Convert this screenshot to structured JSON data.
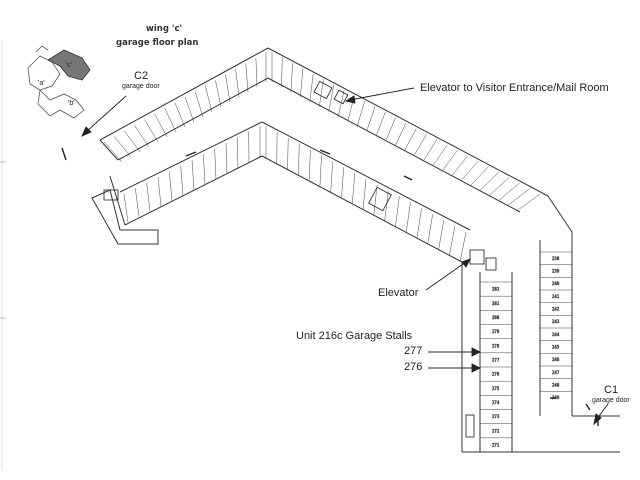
{
  "title": {
    "line1": "wing 'c'",
    "line2": "garage floor plan"
  },
  "key_map": {
    "wings": [
      "'a'",
      "'b'",
      "'c'"
    ]
  },
  "doors": [
    {
      "id": "C2",
      "label": "C2",
      "sub": "garage door"
    },
    {
      "id": "C1",
      "label": "C1",
      "sub": "garage door"
    }
  ],
  "callouts": {
    "elevator_visitor": "Elevator to Visitor Entrance/Mail Room",
    "elevator": "Elevator",
    "unit_stalls": "Unit 216c Garage Stalls",
    "stall_a": "277",
    "stall_b": "276"
  },
  "right_column_stalls": [
    "238",
    "239",
    "240",
    "241",
    "242",
    "243",
    "244",
    "245",
    "246",
    "247",
    "248",
    "249"
  ],
  "lower_column_stalls": [
    "282",
    "281",
    "280",
    "279",
    "278",
    "277",
    "276",
    "275",
    "274",
    "273",
    "272",
    "271"
  ],
  "colors": {
    "line": "#333333",
    "paper": "#ffffff",
    "wall": "#444444"
  }
}
